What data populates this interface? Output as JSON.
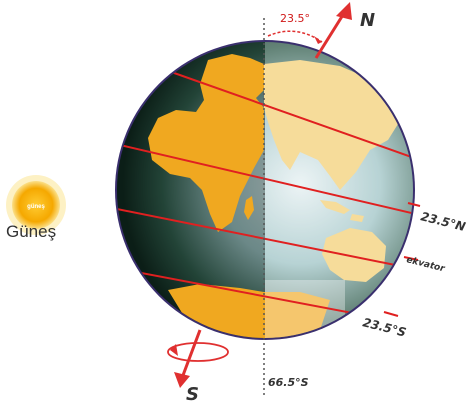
{
  "sun": {
    "badge_text": "güneş",
    "label": "Güneş"
  },
  "labels": {
    "north": "N",
    "south": "S",
    "tilt_top": "23.5°",
    "tropic_north": "23.5°N",
    "equator": "ekvator",
    "tropic_south": "23.5°S",
    "tilt_bottom": "66.5°S"
  },
  "colors": {
    "land": "#f0a820",
    "ocean_dark": "#0e2a1e",
    "ocean_light": "#dce8ec",
    "latitude_lines": "#e02020",
    "axis": "#e03030",
    "sun": "#f5a800"
  }
}
